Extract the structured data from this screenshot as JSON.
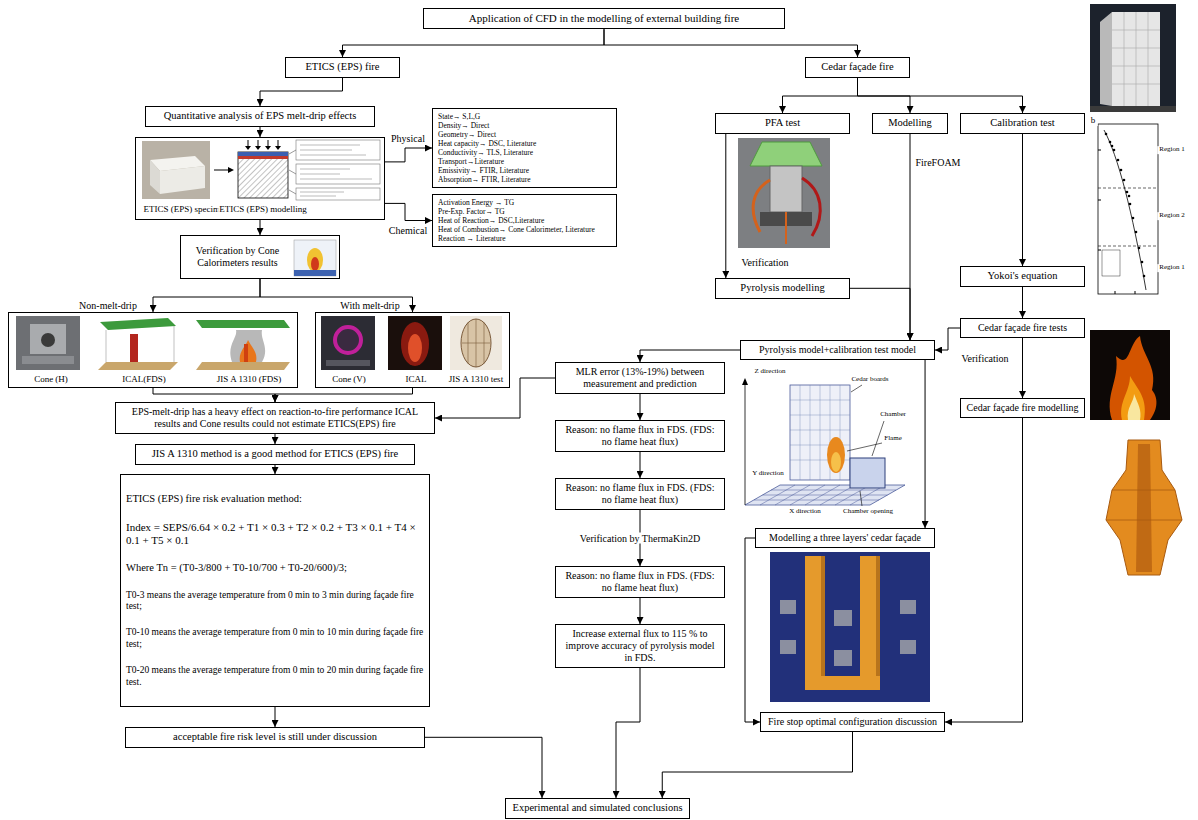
{
  "diagram": {
    "nodes": [
      {
        "text": [
          "Application of CFD in the modelling of external building fire"
        ]
      },
      {
        "text": [
          "ETICS (EPS) fire"
        ]
      },
      {
        "text": [
          "Cedar façade fire"
        ]
      },
      {
        "text": [
          "Quantitative analysis of EPS melt-drip effects"
        ]
      },
      {
        "text": [
          "ETICS (EPS) specimen",
          "ETICS (EPS) modelling"
        ]
      },
      {
        "text": [
          "State→ S,L,G",
          "Density→ Direct",
          "Geometry→ Direct",
          "Heat capacity→ DSC, Literature",
          "Conductivity→ TLS, Literature",
          "Transport→Literature",
          "Emissivity→ FTIR, Literature",
          "Absorption→ FTIR, Literature"
        ]
      },
      {
        "text": [
          "Activation Energy → TG",
          "Pre-Exp. Factor→ TG",
          "Heat of Reaction→ DSC,Literature",
          "Heat of Combustion→ Cone Calorimeter, Literature",
          "Reaction → Literature"
        ]
      },
      {
        "text": [
          "Verification by Cone Calorimeters results"
        ]
      },
      {
        "text": [
          "Cone (H)",
          "ICAL(FDS)",
          "JIS A 1310 (FDS)"
        ]
      },
      {
        "text": [
          "Cone (V)",
          "ICAL",
          "JIS A 1310 test"
        ]
      },
      {
        "text": [
          "EPS-melt-drip has a heavy effect on reaction-to-fire performance ICAL results and Cone results could not estimate ETICS(EPS) fire"
        ]
      },
      {
        "text": [
          "JIS A 1310 method is a good method for ETICS (EPS) fire"
        ]
      },
      {
        "text": [
          "ETICS (EPS) fire risk evaluation method:",
          "Index = SEPS/6.64 × 0.2 + T1 × 0.3 + T2 × 0.2 + T3 × 0.1 + T4 × 0.1 + T5 × 0.1",
          "Where Tn = (T0-3/800 + T0-10/700 + T0-20/600)/3;",
          "T0-3 means the average temperature from 0 min to 3 min during façade fire test;",
          "T0-10 means the average temperature from 0 min to 10 min during façade fire test;",
          "T0-20 means the average temperature from 0 min to 20 min during façade fire test."
        ]
      },
      {
        "text": [
          "acceptable fire risk level is still under discussion"
        ]
      },
      {
        "text": [
          "PFA test"
        ]
      },
      {
        "text": [
          "Modelling"
        ]
      },
      {
        "text": [
          "Calibration test"
        ]
      },
      {
        "text": [
          "Pyrolysis modelling"
        ]
      },
      {
        "text": [
          "Yokoi's equation"
        ]
      },
      {
        "text": [
          "Cedar façade fire tests"
        ]
      },
      {
        "text": [
          "Pyrolysis model+calibration test model"
        ]
      },
      {
        "text": [
          "Cedar façade fire modelling"
        ]
      },
      {
        "text": [
          "MLR error (13%-19%) between measurement and prediction"
        ]
      },
      {
        "text": [
          "Reason: no flame flux in FDS. (FDS: no flame heat flux)"
        ]
      },
      {
        "text": [
          "Reason: no flame flux in FDS. (FDS: no flame heat flux)"
        ]
      },
      {
        "text": [
          "Reason: no flame flux in FDS. (FDS: no flame heat flux)"
        ]
      },
      {
        "text": [
          "Increase external flux to 115 % to improve accuracy of pyrolysis model in FDS."
        ]
      },
      {
        "text": [
          "Modelling a three layers' cedar façade"
        ]
      },
      {
        "text": [
          "Fire stop optimal configuration discussion"
        ]
      },
      {
        "text": [
          "Experimental and simulated conclusions"
        ]
      }
    ],
    "edges": [
      {
        "from": 0,
        "to": 1,
        "arrow": "to"
      },
      {
        "from": 0,
        "to": 2,
        "arrow": "to"
      },
      {
        "from": 1,
        "to": 3,
        "arrow": "to"
      },
      {
        "from": 3,
        "to": 4,
        "arrow": "to"
      },
      {
        "from": 4,
        "to": 5,
        "label": "Physical",
        "arrow": "to"
      },
      {
        "from": 4,
        "to": 6,
        "label": "Chemical",
        "arrow": "to"
      },
      {
        "from": 4,
        "to": 7,
        "arrow": "to"
      },
      {
        "from": 7,
        "to": 8,
        "label": "Non-melt-drip",
        "arrow": "to"
      },
      {
        "from": 7,
        "to": 9,
        "label": "With melt-drip",
        "arrow": "to"
      },
      {
        "from": 8,
        "to": 10,
        "arrow": "to"
      },
      {
        "from": 9,
        "to": 10,
        "arrow": "to"
      },
      {
        "from": 22,
        "to": 10,
        "arrow": "to"
      },
      {
        "from": 10,
        "to": 11,
        "arrow": "to"
      },
      {
        "from": 11,
        "to": 12,
        "arrow": "to"
      },
      {
        "from": 12,
        "to": 13,
        "arrow": "to"
      },
      {
        "from": 13,
        "to": 29,
        "arrow": "to"
      },
      {
        "from": 2,
        "to": 14,
        "arrow": "to"
      },
      {
        "from": 2,
        "to": 15,
        "arrow": "to"
      },
      {
        "from": 2,
        "to": 16,
        "arrow": "to"
      },
      {
        "from": 14,
        "to": 17,
        "label": "Verification",
        "arrow": "to"
      },
      {
        "from": 17,
        "to": 20,
        "arrow": "to"
      },
      {
        "from": 15,
        "to": 20,
        "label": "FireFOAM",
        "arrow": "to"
      },
      {
        "from": 16,
        "to": 18,
        "arrow": "to"
      },
      {
        "from": 18,
        "to": 19,
        "arrow": "to"
      },
      {
        "from": 19,
        "to": 21,
        "arrow": "to"
      },
      {
        "from": 19,
        "to": 20,
        "label": "Verification",
        "arrow": "to"
      },
      {
        "from": 20,
        "to": 22,
        "arrow": "to"
      },
      {
        "from": 22,
        "to": 23,
        "arrow": "to"
      },
      {
        "from": 23,
        "to": 24,
        "arrow": "to"
      },
      {
        "from": 24,
        "to": 25,
        "label": "Verification by ThermaKin2D",
        "arrow": "to"
      },
      {
        "from": 25,
        "to": 26,
        "arrow": "to"
      },
      {
        "from": 26,
        "to": 29,
        "arrow": "to"
      },
      {
        "from": 20,
        "to": 27,
        "arrow": "to"
      },
      {
        "from": 27,
        "to": 28,
        "arrow": "to"
      },
      {
        "from": 21,
        "to": 28,
        "arrow": "to"
      },
      {
        "from": 28,
        "to": 29,
        "arrow": "to"
      }
    ],
    "labels": [
      "b",
      "Region 1",
      "Region 2",
      "Region 1",
      "Z direction",
      "Cedar boards",
      "Chamber",
      "Flame",
      "Chamber opening",
      "Y direction",
      "X direction"
    ]
  }
}
